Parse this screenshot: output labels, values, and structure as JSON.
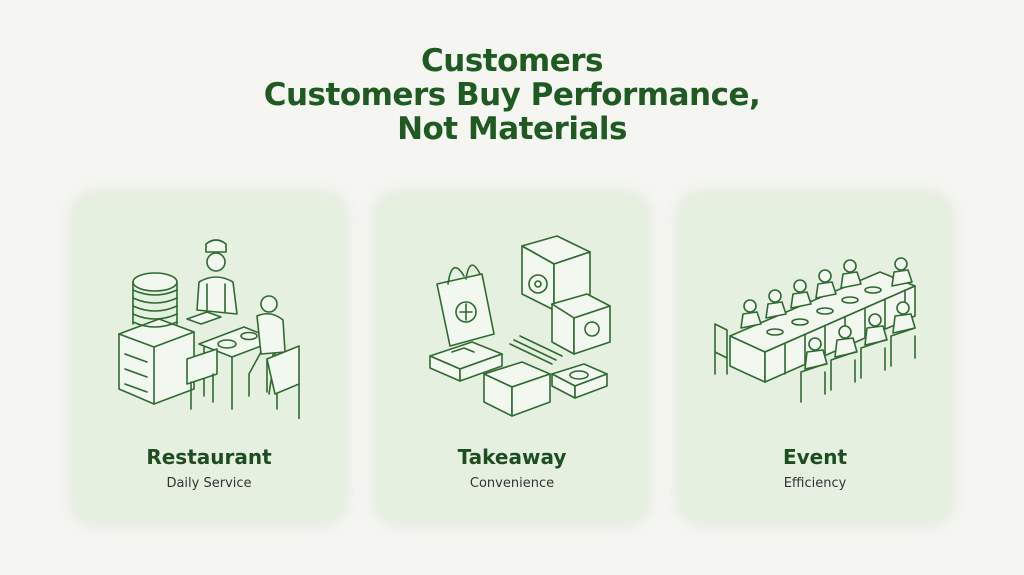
{
  "title": {
    "line1": "Customers",
    "line2": "Customers Buy Performance,",
    "line3": "Not Materials"
  },
  "cards": [
    {
      "title": "Restaurant",
      "subtitle": "Daily Service",
      "icon": "restaurant-icon"
    },
    {
      "title": "Takeaway",
      "subtitle": "Convenience",
      "icon": "takeaway-icon"
    },
    {
      "title": "Event",
      "subtitle": "Efficiency",
      "icon": "event-icon"
    }
  ],
  "colors": {
    "accent": "#1f5a22",
    "card": "#e6f0e1",
    "background": "#f5f6f2"
  }
}
